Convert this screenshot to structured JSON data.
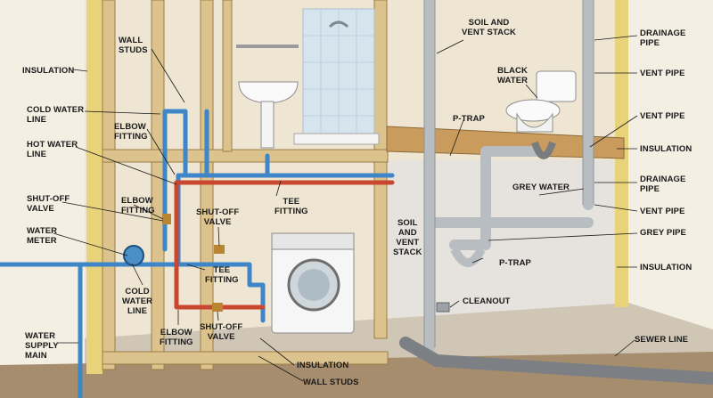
{
  "colors": {
    "cold_water": "#3f86c9",
    "hot_water": "#c9462f",
    "drain_pipe": "#b8bdc2",
    "wood": "#dcc38e",
    "insulation": "#e8d27a",
    "wall": "#eee6d2",
    "tile": "#d6e4ee",
    "ground": "#a58d6e"
  },
  "labels": {
    "insulation_left": "INSULATION",
    "wall_studs_top": "WALL\nSTUDS",
    "cold_water_line": "COLD WATER\nLINE",
    "elbow_fitting_top": "ELBOW\nFITTING",
    "hot_water_line": "HOT WATER\nLINE",
    "elbow_fitting_mid": "ELBOW\nFITTING",
    "shut_off_valve_left": "SHUT-OFF\nVALVE",
    "water_meter": "WATER\nMETER",
    "shut_off_valve_mid": "SHUT-OFF\nVALVE",
    "tee_fitting_top": "TEE\nFITTING",
    "tee_fitting_mid": "TEE\nFITTING",
    "cold_water_line_bottom": "COLD\nWATER\nLINE",
    "elbow_fitting_bottom": "ELBOW\nFITTING",
    "shut_off_valve_bottom": "SHUT-OFF\nVALVE",
    "water_supply_main": "WATER\nSUPPLY\nMAIN",
    "insulation_bottom": "INSULATION",
    "wall_studs_bottom": "WALL STUDS",
    "soil_vent_stack_top": "SOIL AND\nVENT STACK",
    "black_water": "BLACK\nWATER",
    "p_trap_top": "P-TRAP",
    "soil_vent_stack_mid": "SOIL\nAND\nVENT\nSTACK",
    "p_trap_bottom": "P-TRAP",
    "cleanout": "CLEANOUT",
    "grey_water": "GREY WATER",
    "drainage_pipe_top": "DRAINAGE\nPIPE",
    "vent_pipe_top": "VENT PIPE",
    "vent_pipe_mid": "VENT PIPE",
    "insulation_right": "INSULATION",
    "drainage_pipe_mid": "DRAINAGE\nPIPE",
    "vent_pipe_bottom": "VENT PIPE",
    "grey_pipe": "GREY PIPE",
    "insulation_right_bottom": "INSULATION",
    "sewer_line": "SEWER LINE"
  }
}
